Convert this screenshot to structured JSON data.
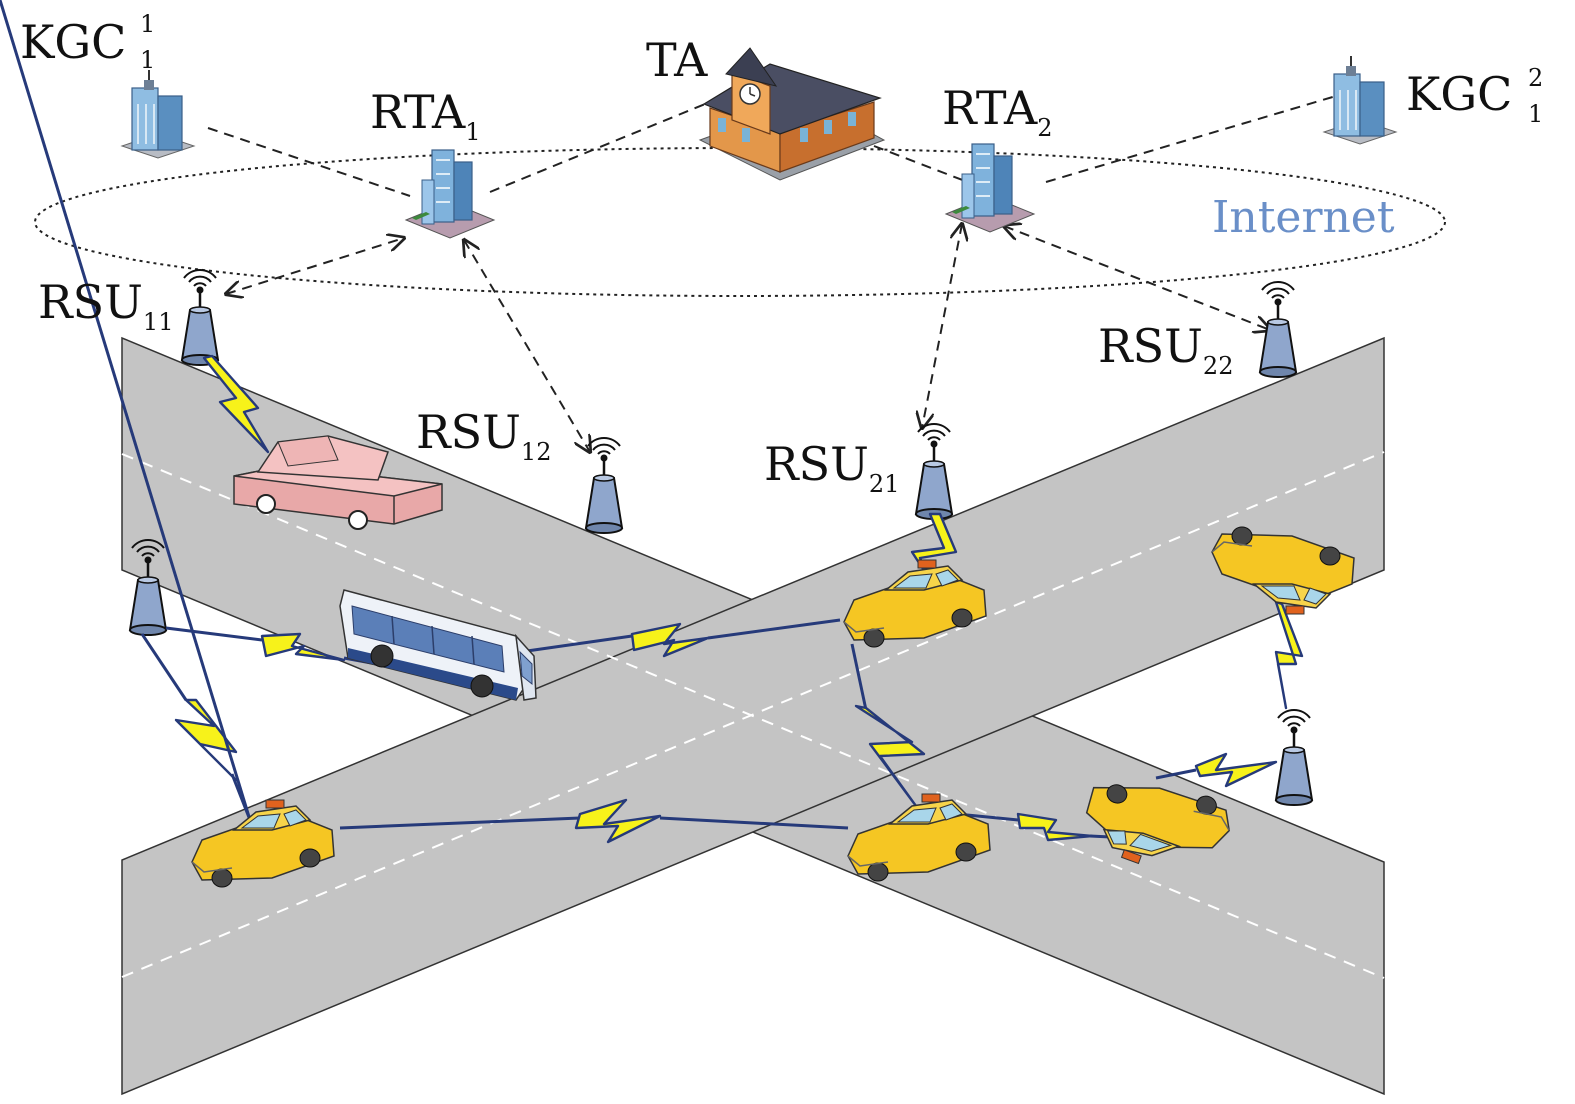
{
  "nodes": {
    "ta": {
      "label": "TA"
    },
    "rta1": {
      "base": "RTA",
      "sub": "1"
    },
    "rta2": {
      "base": "RTA",
      "sub": "2"
    },
    "kgc1": {
      "base": "KGC",
      "sub": "1",
      "sup": "1"
    },
    "kgc2": {
      "base": "KGC",
      "sub": "1",
      "sup": "2"
    },
    "rsu11": {
      "base": "RSU",
      "sub": "11"
    },
    "rsu12": {
      "base": "RSU",
      "sub": "12"
    },
    "rsu21": {
      "base": "RSU",
      "sub": "21"
    },
    "rsu22": {
      "base": "RSU",
      "sub": "22"
    }
  },
  "network": {
    "label": "Internet",
    "color": "#6a8fc8"
  },
  "colors": {
    "road": "#c4c4c4",
    "bolt": "#f7f21a",
    "link": "#263a7a",
    "taxi": "#f5c623",
    "car": "#f0b4b4",
    "rsu": "#8fa6cc",
    "building": "#7fb2dc",
    "ta_building": "#d9883a"
  },
  "icons": {
    "ta": "town-hall-icon",
    "rta": "office-tower-icon",
    "kgc": "server-building-icon",
    "rsu": "antenna-tower-icon",
    "vehicles": [
      "sedan-icon",
      "bus-icon",
      "taxi-icon"
    ]
  }
}
